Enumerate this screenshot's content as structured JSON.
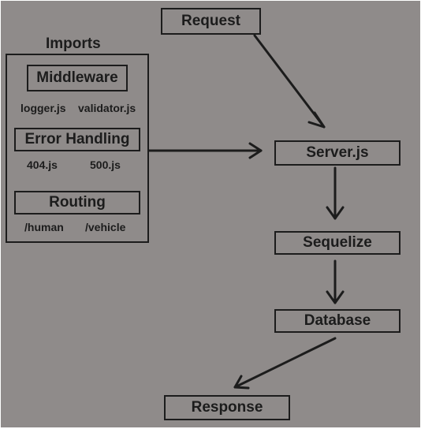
{
  "nodes": {
    "request": "Request",
    "server": "Server.js",
    "sequelize": "Sequelize",
    "database": "Database",
    "response": "Response"
  },
  "imports": {
    "title": "Imports",
    "middleware": {
      "title": "Middleware",
      "items": [
        "logger.js",
        "validator.js"
      ]
    },
    "error_handling": {
      "title": "Error Handling",
      "items": [
        "404.js",
        "500.js"
      ]
    },
    "routing": {
      "title": "Routing",
      "items": [
        "/human",
        "/vehicle"
      ]
    }
  },
  "colors": {
    "background": "#8f8b8a",
    "stroke": "#1c1c1c"
  }
}
